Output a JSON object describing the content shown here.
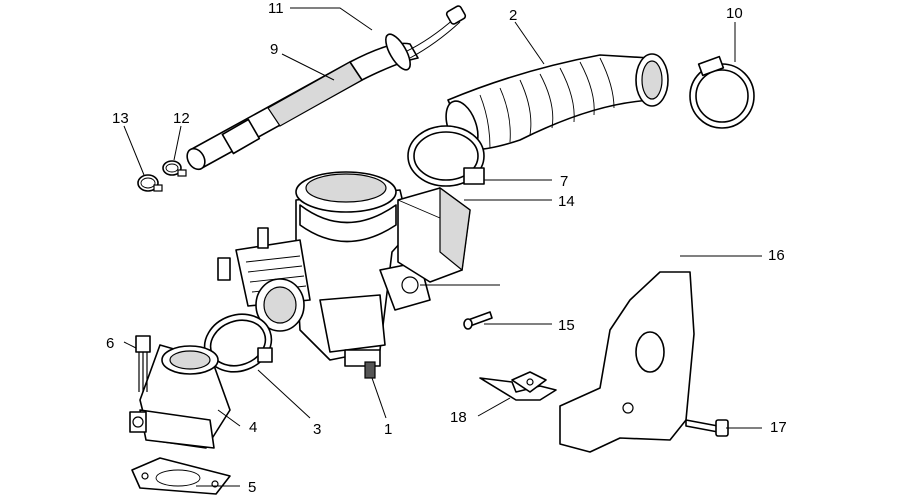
{
  "callouts": [
    {
      "id": "1",
      "label": "1"
    },
    {
      "id": "2",
      "label": "2"
    },
    {
      "id": "3",
      "label": "3"
    },
    {
      "id": "4",
      "label": "4"
    },
    {
      "id": "5",
      "label": "5"
    },
    {
      "id": "6",
      "label": "6"
    },
    {
      "id": "7",
      "label": "7"
    },
    {
      "id": "9",
      "label": "9"
    },
    {
      "id": "10",
      "label": "10"
    },
    {
      "id": "11",
      "label": "11"
    },
    {
      "id": "12",
      "label": "12"
    },
    {
      "id": "13",
      "label": "13"
    },
    {
      "id": "14",
      "label": "14"
    },
    {
      "id": "15",
      "label": "15"
    },
    {
      "id": "16",
      "label": "16"
    },
    {
      "id": "17",
      "label": "17"
    },
    {
      "id": "18",
      "label": "18"
    }
  ]
}
